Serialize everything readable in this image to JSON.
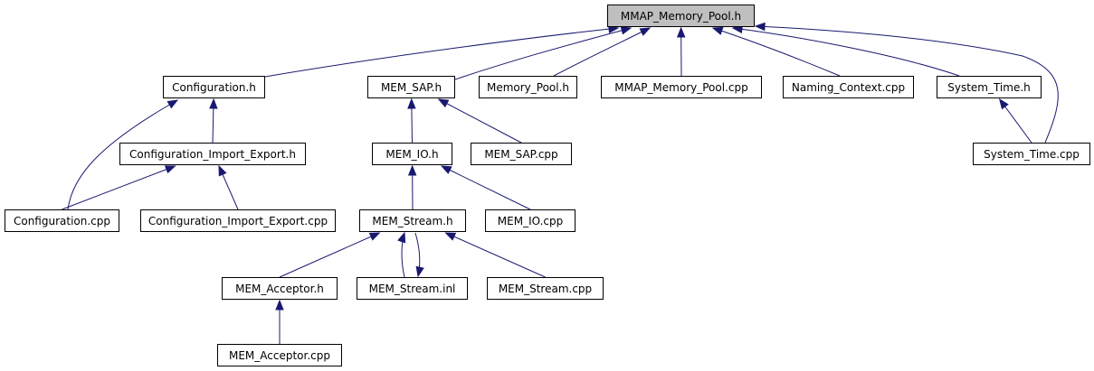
{
  "diagram": {
    "colors": {
      "edge": "#191970",
      "node_border": "#000000",
      "node_fill": "#ffffff",
      "root_fill": "#bfbfbf"
    },
    "nodes": [
      {
        "id": "mmap_memory_pool_h",
        "label": "MMAP_Memory_Pool.h"
      },
      {
        "id": "configuration_h",
        "label": "Configuration.h"
      },
      {
        "id": "mem_sap_h",
        "label": "MEM_SAP.h"
      },
      {
        "id": "memory_pool_h",
        "label": "Memory_Pool.h"
      },
      {
        "id": "mmap_memory_pool_cpp",
        "label": "MMAP_Memory_Pool.cpp"
      },
      {
        "id": "naming_context_cpp",
        "label": "Naming_Context.cpp"
      },
      {
        "id": "system_time_h",
        "label": "System_Time.h"
      },
      {
        "id": "configuration_import_export_h",
        "label": "Configuration_Import_Export.h"
      },
      {
        "id": "mem_io_h",
        "label": "MEM_IO.h"
      },
      {
        "id": "mem_sap_cpp",
        "label": "MEM_SAP.cpp"
      },
      {
        "id": "system_time_cpp",
        "label": "System_Time.cpp"
      },
      {
        "id": "configuration_cpp",
        "label": "Configuration.cpp"
      },
      {
        "id": "configuration_import_export_cpp",
        "label": "Configuration_Import_Export.cpp"
      },
      {
        "id": "mem_stream_h",
        "label": "MEM_Stream.h"
      },
      {
        "id": "mem_io_cpp",
        "label": "MEM_IO.cpp"
      },
      {
        "id": "mem_acceptor_h",
        "label": "MEM_Acceptor.h"
      },
      {
        "id": "mem_stream_inl",
        "label": "MEM_Stream.inl"
      },
      {
        "id": "mem_stream_cpp",
        "label": "MEM_Stream.cpp"
      },
      {
        "id": "mem_acceptor_cpp",
        "label": "MEM_Acceptor.cpp"
      }
    ],
    "edges": [
      {
        "from": "configuration_h",
        "to": "mmap_memory_pool_h"
      },
      {
        "from": "mem_sap_h",
        "to": "mmap_memory_pool_h"
      },
      {
        "from": "memory_pool_h",
        "to": "mmap_memory_pool_h"
      },
      {
        "from": "mmap_memory_pool_cpp",
        "to": "mmap_memory_pool_h"
      },
      {
        "from": "naming_context_cpp",
        "to": "mmap_memory_pool_h"
      },
      {
        "from": "system_time_h",
        "to": "mmap_memory_pool_h"
      },
      {
        "from": "system_time_cpp",
        "to": "mmap_memory_pool_h"
      },
      {
        "from": "configuration_import_export_h",
        "to": "configuration_h"
      },
      {
        "from": "configuration_cpp",
        "to": "configuration_h"
      },
      {
        "from": "configuration_cpp",
        "to": "configuration_import_export_h"
      },
      {
        "from": "configuration_import_export_cpp",
        "to": "configuration_import_export_h"
      },
      {
        "from": "mem_io_h",
        "to": "mem_sap_h"
      },
      {
        "from": "mem_sap_cpp",
        "to": "mem_sap_h"
      },
      {
        "from": "system_time_cpp",
        "to": "system_time_h"
      },
      {
        "from": "mem_stream_h",
        "to": "mem_io_h"
      },
      {
        "from": "mem_io_cpp",
        "to": "mem_io_h"
      },
      {
        "from": "mem_acceptor_h",
        "to": "mem_stream_h"
      },
      {
        "from": "mem_stream_inl",
        "to": "mem_stream_h"
      },
      {
        "from": "mem_stream_h",
        "to": "mem_stream_inl"
      },
      {
        "from": "mem_stream_cpp",
        "to": "mem_stream_h"
      },
      {
        "from": "mem_acceptor_cpp",
        "to": "mem_acceptor_h"
      }
    ]
  }
}
